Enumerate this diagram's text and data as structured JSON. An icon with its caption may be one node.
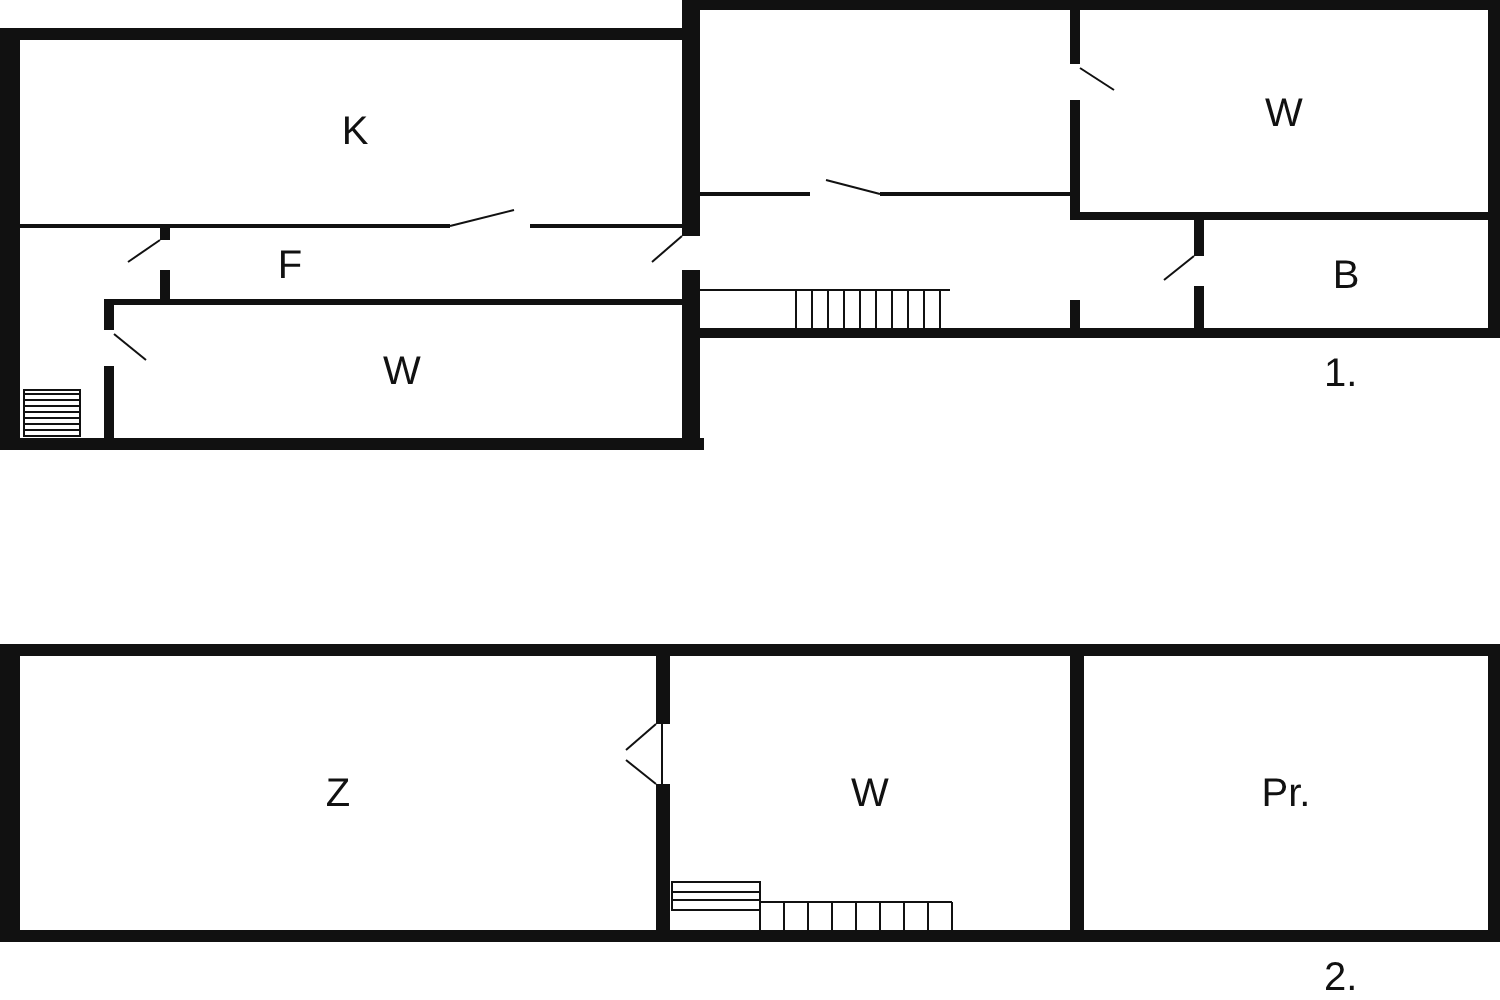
{
  "diagram": {
    "nodes": [
      {
        "text": [
          "K"
        ]
      },
      {
        "text": [
          "F"
        ]
      },
      {
        "text": [
          "W"
        ]
      },
      {
        "text": [
          "W"
        ]
      },
      {
        "text": [
          "B"
        ]
      },
      {
        "text": [
          "Z"
        ]
      },
      {
        "text": [
          "W"
        ]
      },
      {
        "text": [
          "Pr."
        ]
      }
    ],
    "labels": [
      "1.",
      "2."
    ]
  }
}
